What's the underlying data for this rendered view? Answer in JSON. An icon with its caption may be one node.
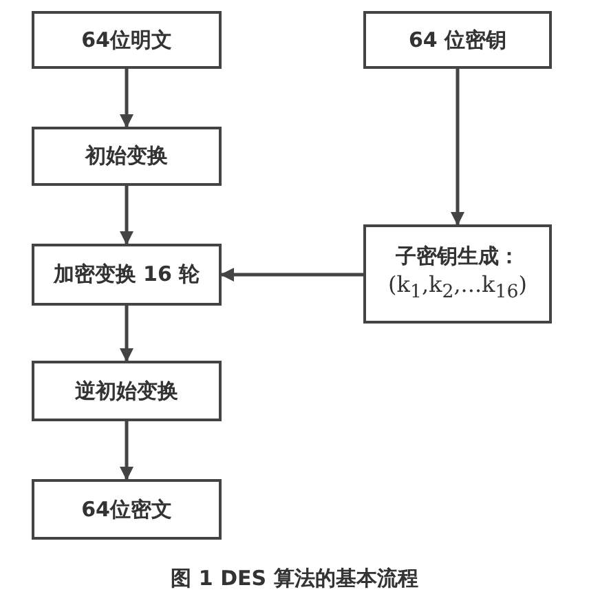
{
  "diagram": {
    "caption": "图 1 DES 算法的基本流程",
    "nodes": [
      {
        "text": [
          "64位明文"
        ]
      },
      {
        "text": [
          "初始变换"
        ]
      },
      {
        "text": [
          "加密变换 16 轮"
        ]
      },
      {
        "text": [
          "逆初始变换"
        ]
      },
      {
        "text": [
          "64位密文"
        ]
      },
      {
        "text": [
          "64 位密钥"
        ]
      },
      {
        "text": [
          "子密钥生成：",
          "(k$_{1}$,k$_{2}$,...k$_{16}$)"
        ]
      }
    ],
    "edges": [
      {
        "from": 0,
        "to": 1,
        "arrow": "to"
      },
      {
        "from": 1,
        "to": 2,
        "arrow": "to"
      },
      {
        "from": 2,
        "to": 3,
        "arrow": "to"
      },
      {
        "from": 3,
        "to": 4,
        "arrow": "to"
      },
      {
        "from": 5,
        "to": 6,
        "arrow": "to"
      },
      {
        "from": 6,
        "to": 2,
        "arrow": "to"
      }
    ]
  }
}
